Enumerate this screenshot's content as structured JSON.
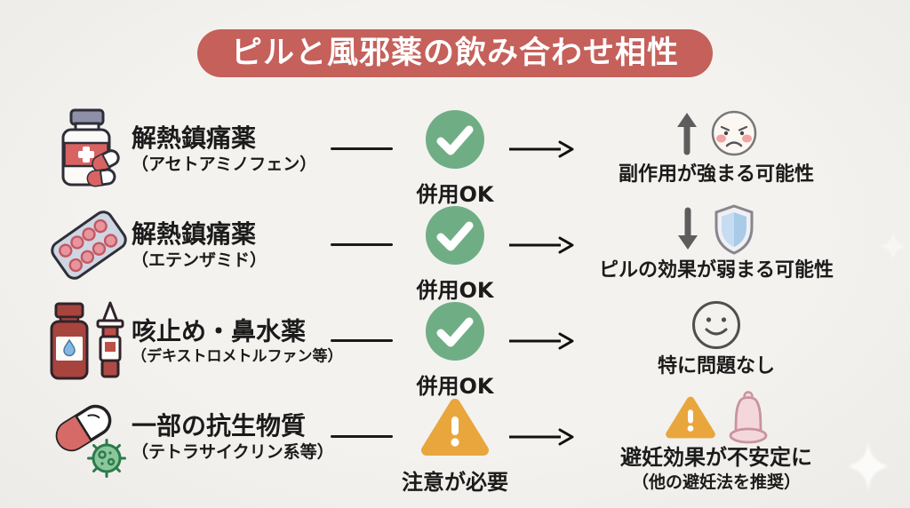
{
  "title": "ピルと風邪薬の飲み合わせ相性",
  "colors": {
    "banner_red": "#c5605a",
    "ok_green": "#6fae85",
    "warning_orange": "#e9a63d",
    "background": "#f2f0ed",
    "text": "#1b1b1b"
  },
  "rows": [
    {
      "medicine": {
        "icon": "pill-bottle-capsules-icon",
        "label": "解熱鎮痛薬",
        "sublabel": "（アセトアミノフェン）"
      },
      "status": {
        "icon": "check-circle-icon",
        "label": "併用OK"
      },
      "result": {
        "icons": [
          "up-arrow-icon",
          "worried-face-icon"
        ],
        "label": "副作用が強まる可能性"
      }
    },
    {
      "medicine": {
        "icon": "blister-pack-icon",
        "label": "解熱鎮痛薬",
        "sublabel": "（エテンザミド）"
      },
      "status": {
        "icon": "check-circle-icon",
        "label": "併用OK"
      },
      "result": {
        "icons": [
          "down-arrow-icon",
          "shield-icon"
        ],
        "label": "ピルの効果が弱まる可能性"
      }
    },
    {
      "medicine": {
        "icon": "syrup-bottle-nasal-spray-icon",
        "label": "咳止め・鼻水薬",
        "sublabel": "（デキストロメトルファン等）"
      },
      "status": {
        "icon": "check-circle-icon",
        "label": "併用OK"
      },
      "result": {
        "icons": [
          "smiley-face-icon"
        ],
        "label": "特に問題なし"
      }
    },
    {
      "medicine": {
        "icon": "capsule-germ-icon",
        "label": "一部の抗生物質",
        "sublabel": "（テトラサイクリン系等）"
      },
      "status": {
        "icon": "warning-triangle-icon",
        "label": "注意が必要"
      },
      "result": {
        "icons": [
          "warning-triangle-icon",
          "condom-icon"
        ],
        "label": "避妊効果が不安定に",
        "sublabel": "（他の避妊法を推奨）"
      }
    }
  ]
}
